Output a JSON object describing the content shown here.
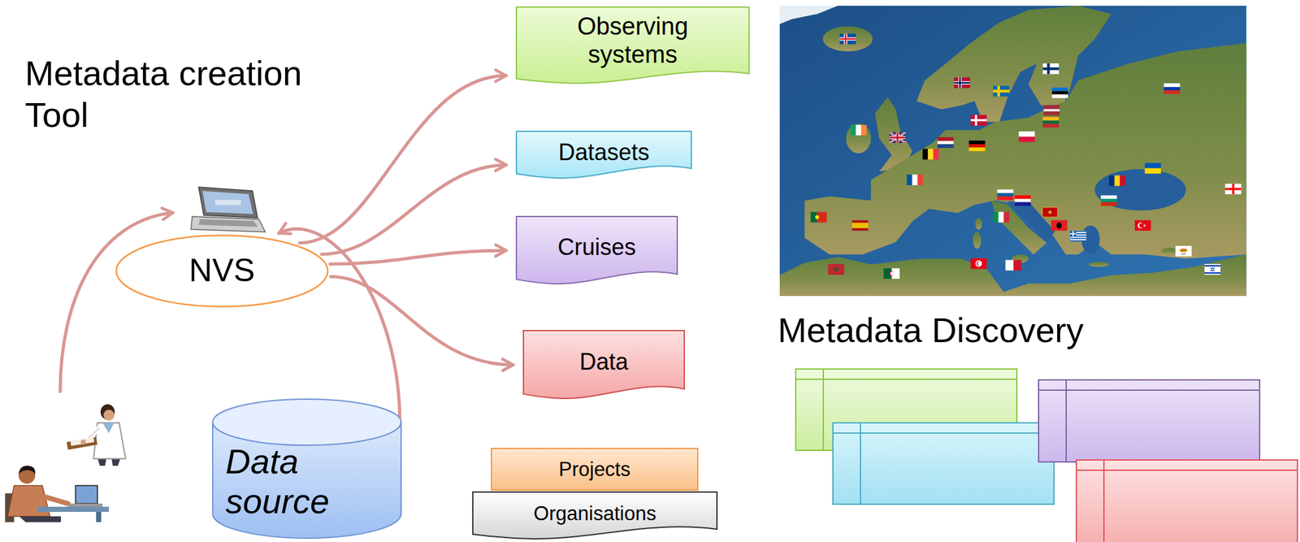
{
  "diagram": {
    "nodes": [
      {
        "text": [
          "NVS"
        ]
      },
      {
        "text": [
          "Data source"
        ]
      },
      {
        "text": [
          "Observing systems"
        ]
      },
      {
        "text": [
          "Datasets"
        ]
      },
      {
        "text": [
          "Cruises"
        ]
      },
      {
        "text": [
          "Data"
        ]
      },
      {
        "text": [
          "Projects"
        ]
      },
      {
        "text": [
          "Organisations"
        ]
      }
    ],
    "edges": [
      {
        "from": 1,
        "to": 0,
        "arrow": "to"
      },
      {
        "from": 0,
        "to": 2,
        "arrow": "to"
      },
      {
        "from": 0,
        "to": 3,
        "arrow": "to"
      },
      {
        "from": 0,
        "to": 4,
        "arrow": "to"
      },
      {
        "from": 0,
        "to": 5,
        "arrow": "to"
      }
    ],
    "labels": [
      "Metadata creation Tool",
      "Metadata Discovery"
    ]
  }
}
